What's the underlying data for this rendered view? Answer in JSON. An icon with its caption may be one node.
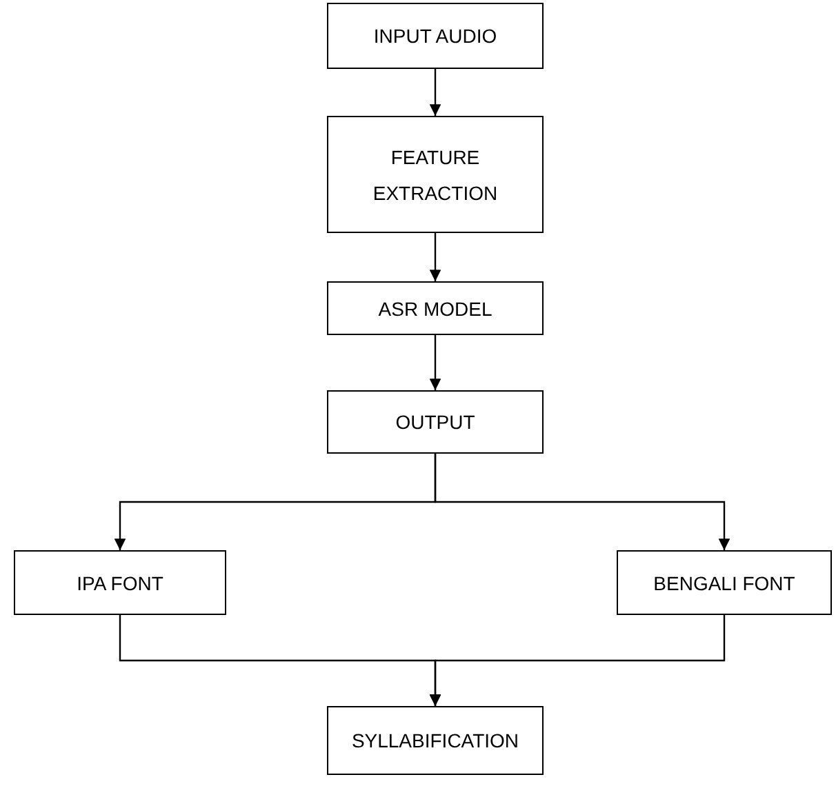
{
  "diagram": {
    "nodes": [
      {
        "text": [
          "INPUT AUDIO"
        ]
      },
      {
        "text": [
          "FEATURE EXTRACTION"
        ]
      },
      {
        "text": [
          "ASR MODEL"
        ]
      },
      {
        "text": [
          "OUTPUT"
        ]
      },
      {
        "text": [
          "IPA FONT"
        ]
      },
      {
        "text": [
          "BENGALI FONT"
        ]
      },
      {
        "text": [
          "SYLLABIFICATION"
        ]
      }
    ],
    "edges": [
      {
        "from": 0,
        "to": 1,
        "arrow": "to"
      },
      {
        "from": 1,
        "to": 2,
        "arrow": "to"
      },
      {
        "from": 2,
        "to": 3,
        "arrow": "to"
      },
      {
        "from": 3,
        "to": 4,
        "arrow": "to"
      },
      {
        "from": 3,
        "to": 5,
        "arrow": "to"
      },
      {
        "from": 4,
        "to": 6,
        "arrow": "to"
      },
      {
        "from": 5,
        "to": 6,
        "arrow": "to"
      }
    ]
  }
}
